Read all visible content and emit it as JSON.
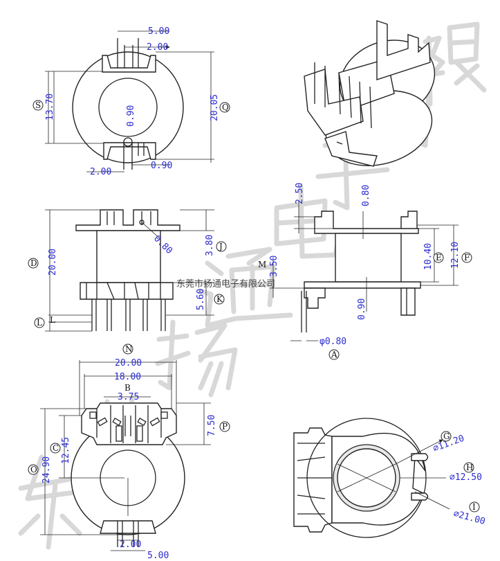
{
  "watermark": {
    "company": "东莞市扬通电子有限公司"
  },
  "top_view": {
    "dim_top_outer": "5.00",
    "dim_top_inner": "2.00",
    "dim_height_inner": "13.70",
    "dim_center": "0.90",
    "dim_height_outer": "20.05",
    "dim_bottom_left": "2.00",
    "dim_bottom_right": "0.90",
    "label_s": "S",
    "label_q": "Q"
  },
  "front_view": {
    "dim_height": "20.00",
    "dim_pin_dia": "0.80",
    "dim_flange": "3.80",
    "dim_pin_len": "5.60",
    "label_d": "D",
    "label_j": "J",
    "label_k": "K",
    "label_l": "L",
    "letter_l": "L"
  },
  "side_view": {
    "dim_top": "2.50",
    "dim_wall": "0.80",
    "dim_m": "3.50",
    "dim_e": "10.40",
    "dim_f": "12.10",
    "dim_floor": "0.90",
    "dim_pin": "φ0.80",
    "label_m": "M",
    "label_e": "E",
    "label_f": "F",
    "label_a": "A"
  },
  "bottom_view": {
    "dim_n": "20.00",
    "dim_b": "18.00",
    "dim_pitch": "3.75",
    "dim_p": "7.50",
    "dim_c": "12.45",
    "dim_o": "24.90",
    "dim_bottom_inner": "2.00",
    "dim_bottom_outer": "5.00",
    "label_n": "N",
    "label_b": "B",
    "label_p": "P",
    "label_c": "C",
    "label_o": "O"
  },
  "section_view": {
    "dim_g": "⌀11.20",
    "dim_h": "⌀12.50",
    "dim_i": "⌀21.00",
    "label_g": "G",
    "label_h": "H",
    "label_i": "I"
  }
}
